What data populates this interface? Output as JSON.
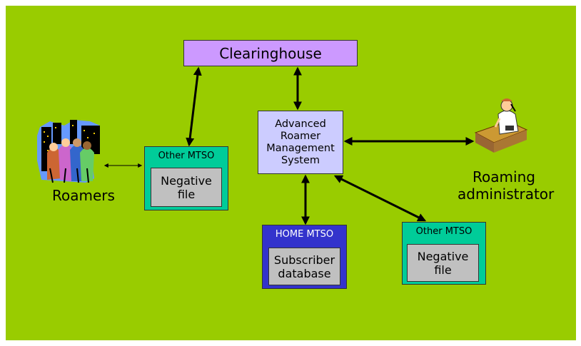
{
  "nodes": {
    "clearinghouse": "Clearinghouse",
    "arms": [
      "Advanced",
      "Roamer",
      "Management",
      "System"
    ],
    "other_mtso_left": {
      "header": "Other MTSO",
      "inner": [
        "Negative",
        "file"
      ]
    },
    "home_mtso": {
      "header": "HOME MTSO",
      "inner": [
        "Subscriber",
        "database"
      ]
    },
    "other_mtso_right": {
      "header": "Other MTSO",
      "inner": [
        "Negative",
        "file"
      ]
    },
    "roamers": "Roamers",
    "admin": [
      "Roaming",
      "administrator"
    ]
  },
  "colors": {
    "background": "#99cc00",
    "clearinghouse": "#cc99ff",
    "arms": "#ccccff",
    "other_mtso": "#00cc99",
    "home_mtso": "#3333cc",
    "inner_box": "#c0c0c0"
  },
  "icons": {
    "roamers": "crowd-of-people-city-clipart-icon",
    "admin": "person-on-phone-at-desk-clipart-icon"
  }
}
